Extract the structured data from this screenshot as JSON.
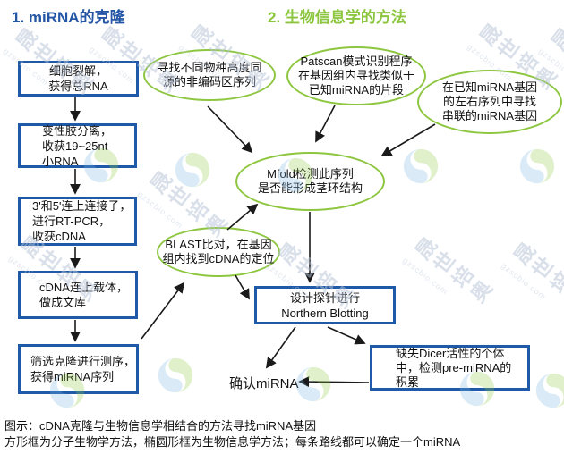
{
  "headers": {
    "left": "1. miRNA的克隆",
    "right": "2. 生物信息学的方法"
  },
  "flow": {
    "boxes": [
      {
        "id": "cell-lysis",
        "lines": [
          "细胞裂解，",
          "获得总RNA"
        ]
      },
      {
        "id": "gel",
        "lines": [
          "变性胶分离，",
          "收获19~25nt",
          "小RNA"
        ]
      },
      {
        "id": "adapter",
        "lines": [
          "3'和5'连上连接子，",
          "进行RT-PCR，",
          "收获cDNA"
        ]
      },
      {
        "id": "vector",
        "lines": [
          "cDNA连上载体，",
          "做成文库"
        ]
      },
      {
        "id": "sequencing",
        "lines": [
          "筛选克隆进行测序，",
          "获得miRNA序列"
        ]
      },
      {
        "id": "northern",
        "lines": [
          "设计探针进行",
          "Northern Blotting"
        ]
      },
      {
        "id": "dicer",
        "lines": [
          "缺失Dicer活性的个体",
          "中，检测pre-miRNA的",
          "积累"
        ]
      }
    ],
    "ellipses": [
      {
        "id": "homolog",
        "lines": [
          "寻找不同物种高度同",
          "源的非编码区序列"
        ]
      },
      {
        "id": "patscan",
        "lines": [
          "Patscan模式识别程序",
          "在基因组内寻找类似于",
          "已知miRNA的片段"
        ]
      },
      {
        "id": "tandem",
        "lines": [
          "在已知miRNA基因",
          "的左右序列中寻找",
          "串联的miRNA基因"
        ]
      },
      {
        "id": "mfold",
        "lines": [
          "Mfold检测此序列",
          "是否能形成茎环结构"
        ]
      },
      {
        "id": "blast",
        "lines": [
          "BLAST比对，在基因",
          "组内找到cDNA的定位"
        ]
      }
    ],
    "confirm_label": "确认miRNA"
  },
  "caption": {
    "line1": "图示：cDNA克隆与生物信息学相结合的方法寻找miRNA基因",
    "line2": "方形框为分子生物学方法，椭圆形框为生物信息学方法；每条路线都可以确定一个miRNA"
  },
  "watermark": {
    "site": "gzscbio.com",
    "glyphs": "晟世培奥"
  },
  "colors": {
    "box_border": "#1f5aa8",
    "ellipse_border": "#8dc63f",
    "header_left": "#2456a5",
    "header_right": "#8cc63e",
    "arrow": "#1a1a1a",
    "swirl_green": "#8dc63f",
    "swirl_blue": "#79b6e0"
  }
}
